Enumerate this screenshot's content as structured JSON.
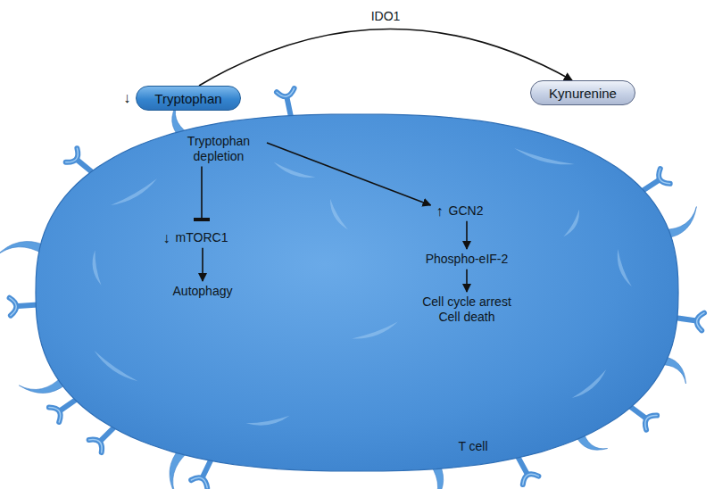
{
  "diagram": {
    "nodes": [
      {
        "text": [
          "Tryptophan"
        ]
      },
      {
        "text": [
          "Kynurenine"
        ]
      },
      {
        "text": [
          "T cell"
        ]
      },
      {
        "text": [
          "Tryptophan depletion"
        ],
        "in": 2
      },
      {
        "text": [
          "mTORC1"
        ],
        "in": 2
      },
      {
        "text": [
          "Autophagy"
        ],
        "in": 2
      },
      {
        "text": [
          "GCN2"
        ],
        "in": 2
      },
      {
        "text": [
          "Phospho-eIF-2"
        ],
        "in": 2
      },
      {
        "text": [
          "Cell cycle arrest Cell death"
        ],
        "in": 2
      }
    ],
    "edges": [
      {
        "from": 0,
        "to": 1,
        "arrow": "to",
        "label": "IDO1"
      },
      {
        "from": 3,
        "to": 4,
        "arrow": "to"
      },
      {
        "from": 3,
        "to": 6,
        "arrow": "to"
      },
      {
        "from": 4,
        "to": 5,
        "arrow": "to"
      },
      {
        "from": 6,
        "to": 7,
        "arrow": "to"
      },
      {
        "from": 7,
        "to": 8,
        "arrow": "to"
      }
    ],
    "labels": [
      "↓",
      "↓",
      "↑"
    ]
  }
}
